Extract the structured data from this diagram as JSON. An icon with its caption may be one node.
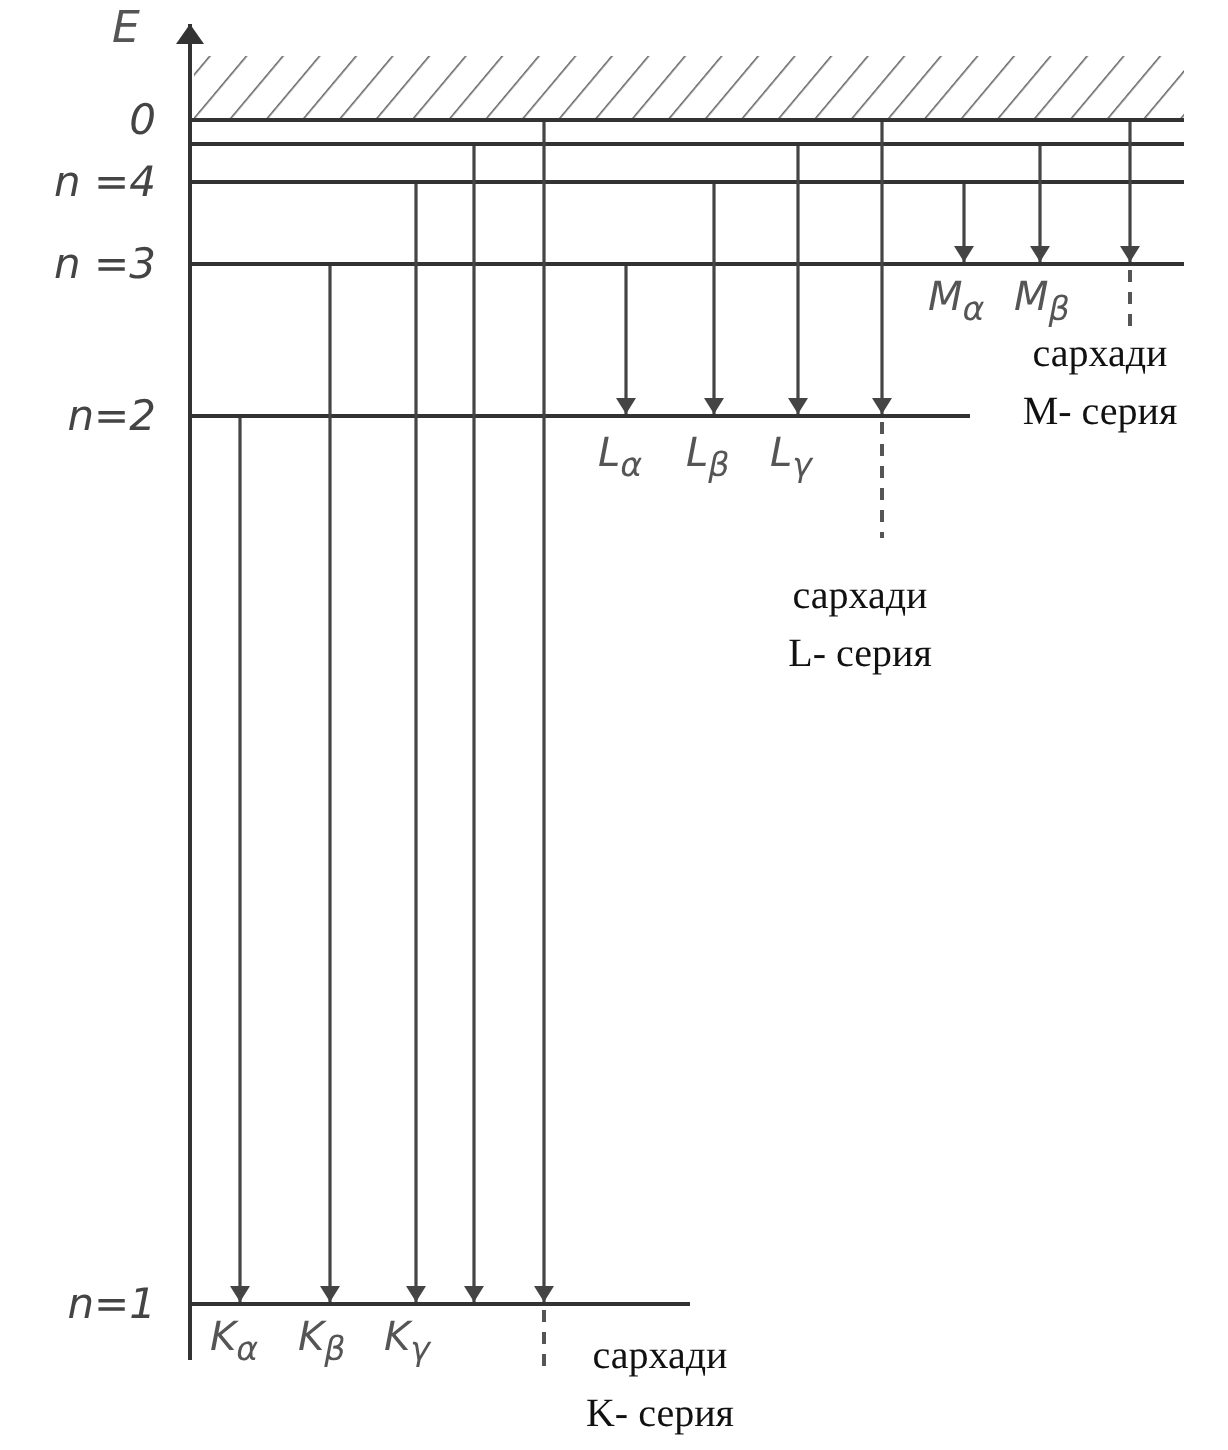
{
  "diagram": {
    "nodes": [
      {
        "text": [
          "0"
        ]
      },
      {
        "text": [],
        "shape": "bar"
      },
      {
        "text": [
          "n =4"
        ]
      },
      {
        "text": [
          "n =3"
        ]
      },
      {
        "text": [
          "n=2"
        ]
      },
      {
        "text": [
          "n=1"
        ]
      }
    ],
    "edges": [
      {
        "from": 4,
        "to": 5,
        "arrow": "to"
      },
      {
        "from": 3,
        "to": 5,
        "arrow": "to"
      },
      {
        "from": 2,
        "to": 5,
        "arrow": "to"
      },
      {
        "from": 1,
        "to": 5,
        "arrow": "to"
      },
      {
        "from": 0,
        "to": 5,
        "arrow": "to"
      },
      {
        "from": 3,
        "to": 4,
        "arrow": "to"
      },
      {
        "from": 2,
        "to": 4,
        "arrow": "to"
      },
      {
        "from": 1,
        "to": 4,
        "arrow": "to"
      },
      {
        "from": 0,
        "to": 4,
        "arrow": "to"
      },
      {
        "from": 2,
        "to": 3,
        "arrow": "to"
      },
      {
        "from": 1,
        "to": 3,
        "arrow": "to"
      },
      {
        "from": 0,
        "to": 3,
        "arrow": "to"
      }
    ],
    "labels": [
      "E",
      "M$_{α}$",
      "M$_{β}$",
      "сархади M- серия",
      "L$_{α}$",
      "L$_{β}$",
      "L$_{γ}$",
      "сархади L- серия",
      "K$_{α}$",
      "K$_{β}$",
      "K$_{γ}$",
      "сархади K- серия"
    ]
  }
}
